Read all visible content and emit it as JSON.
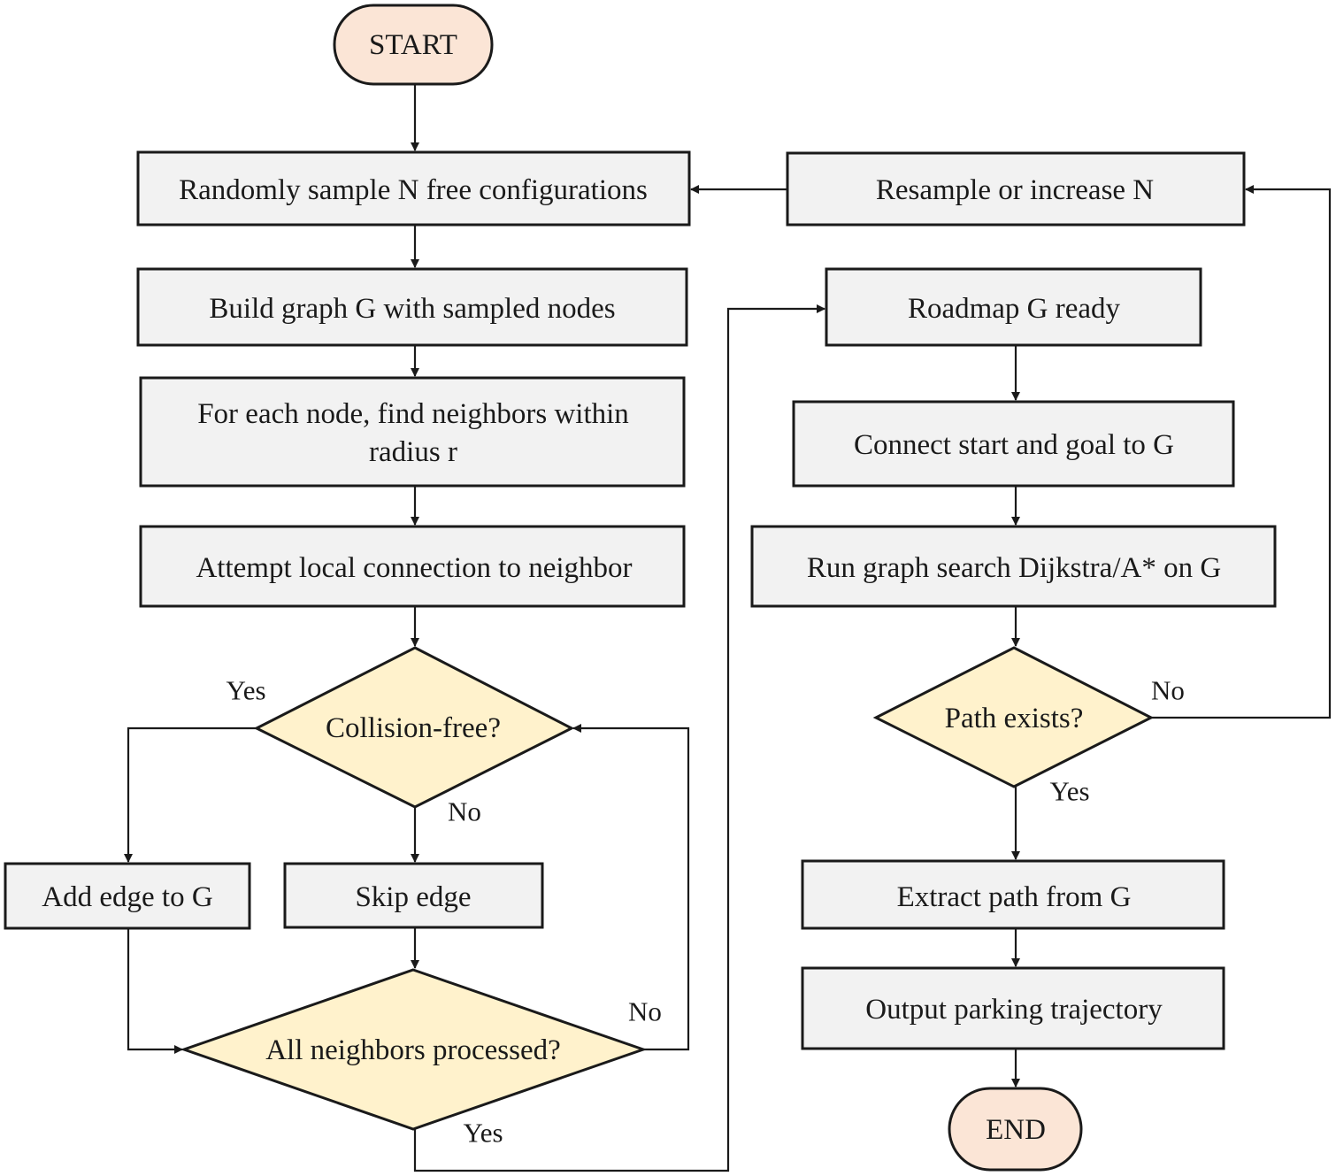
{
  "nodes": {
    "start": "START",
    "sample": "Randomly sample N free configurations",
    "build": "Build graph G with sampled nodes",
    "neighbors_line1": "For each node, find neighbors within",
    "neighbors_line2": "radius r",
    "attempt": "Attempt local connection to neighbor",
    "collision": "Collision-free?",
    "add_edge": "Add edge to G",
    "skip_edge": "Skip edge",
    "all_processed": "All neighbors processed?",
    "resample": "Resample or increase N",
    "roadmap": "Roadmap G ready",
    "connect": "Connect start and goal to G",
    "search": "Run graph search Dijkstra/A* on G",
    "path_exists": "Path exists?",
    "extract": "Extract path from G",
    "output": "Output parking trajectory",
    "end": "END"
  },
  "edges": {
    "collision_yes": "Yes",
    "collision_no": "No",
    "processed_no": "No",
    "processed_yes": "Yes",
    "path_no": "No",
    "path_yes": "Yes"
  },
  "colors": {
    "terminal_fill": "#fbe5d6",
    "process_fill": "#f2f2f2",
    "decision_fill": "#fff2cc",
    "stroke": "#1a1a1a"
  }
}
